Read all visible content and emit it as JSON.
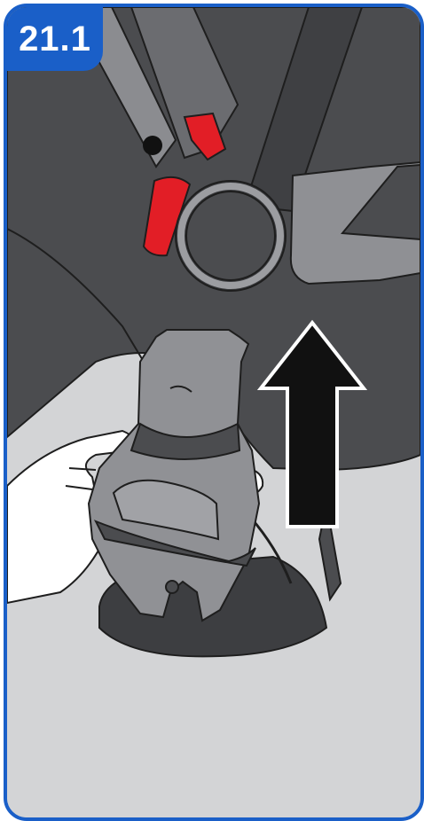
{
  "step": {
    "label": "21.1"
  },
  "colors": {
    "frame_blue": "#1a5fc8",
    "background_gray": "#d3d4d6",
    "seat_dark": "#4b4c4f",
    "adapter_gray": "#909195",
    "latch_red": "#e21e26",
    "arrow_black": "#111111"
  },
  "illustration": {
    "description_icons": [
      "car-seat-shell",
      "base-receiver-socket",
      "release-lever",
      "adapter-post",
      "hand",
      "up-arrow"
    ]
  }
}
